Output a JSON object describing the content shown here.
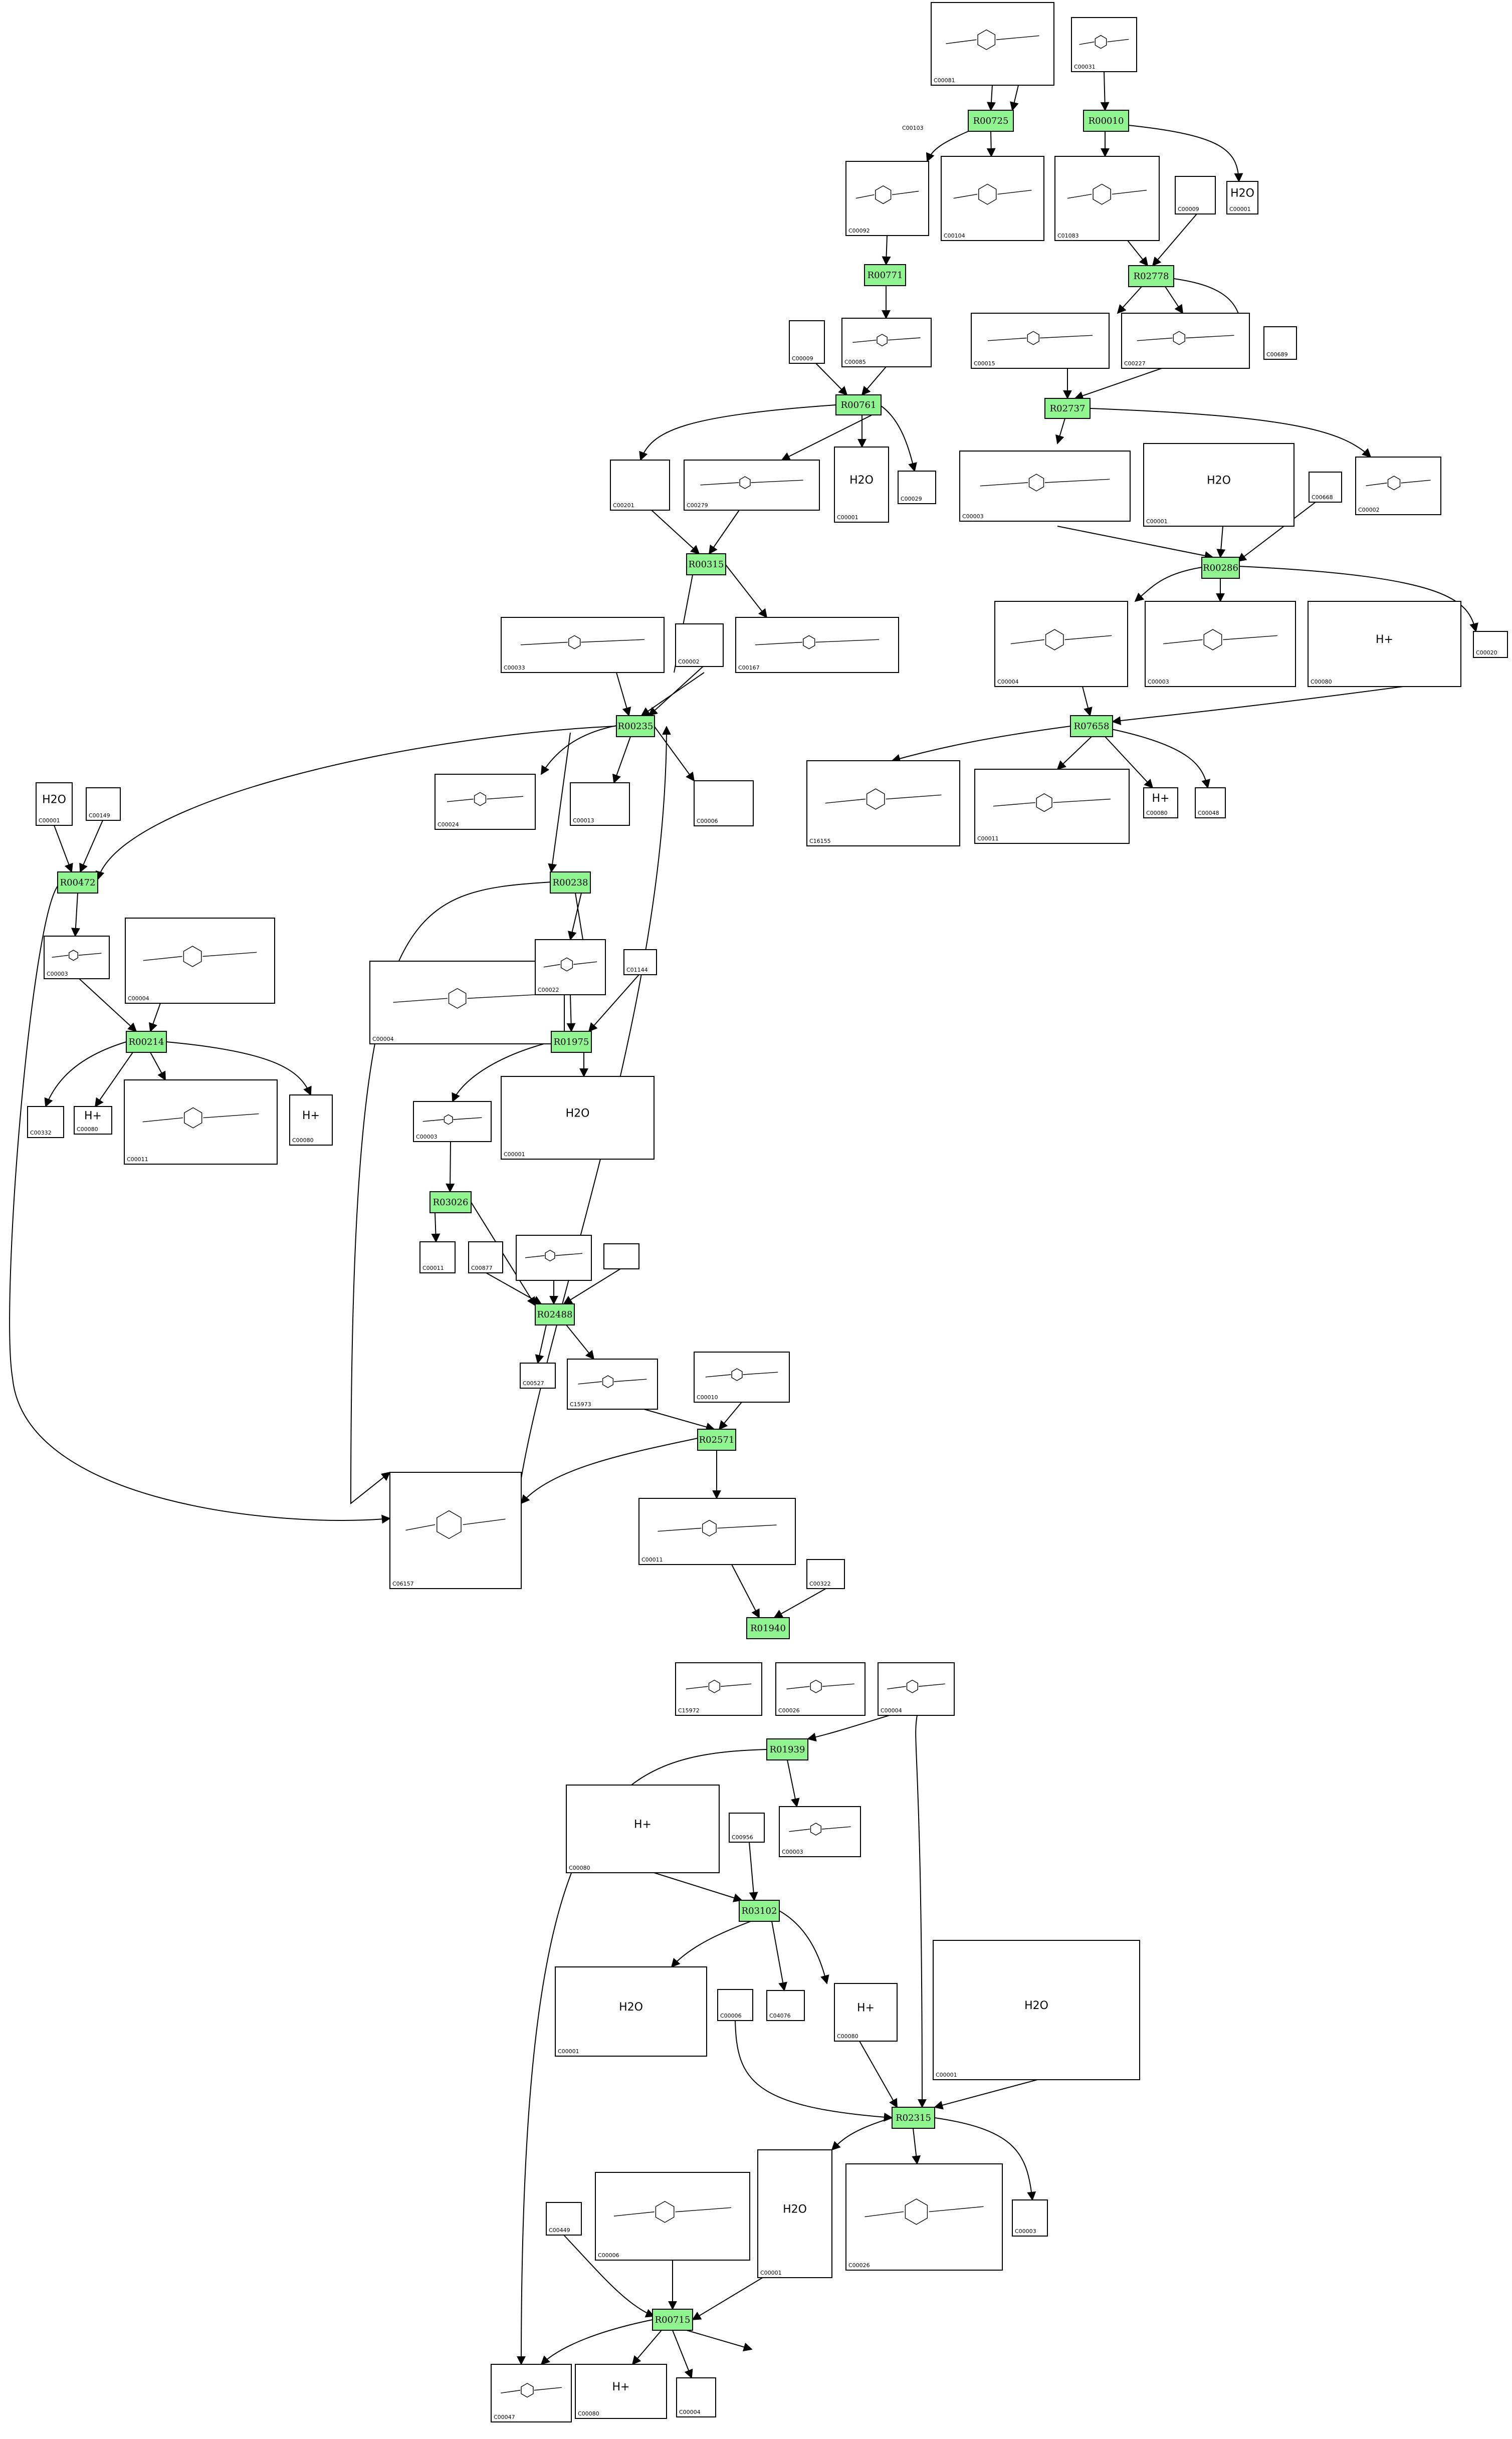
{
  "compounds": [
    {
      "id": "C00081",
      "label": ""
    },
    {
      "id": "C00031",
      "label": ""
    },
    {
      "id": "C00092",
      "label": ""
    },
    {
      "id": "C00104",
      "label": ""
    },
    {
      "id": "C01083",
      "label": ""
    },
    {
      "id": "C00009",
      "label": ""
    },
    {
      "id": "C00001",
      "label": "H2O"
    },
    {
      "id": "C00009",
      "label": ""
    },
    {
      "id": "C00085",
      "label": ""
    },
    {
      "id": "C00103",
      "label": ""
    },
    {
      "id": "C00001",
      "label": "H2O"
    },
    {
      "id": "C00689",
      "label": ""
    },
    {
      "id": "C00015",
      "label": ""
    },
    {
      "id": "C00227",
      "label": ""
    },
    {
      "id": "C00201",
      "label": ""
    },
    {
      "id": "C00279",
      "label": ""
    },
    {
      "id": "C00001",
      "label": "H2O"
    },
    {
      "id": "C00029",
      "label": ""
    },
    {
      "id": "C00003",
      "label": ""
    },
    {
      "id": "C00001",
      "label": "H2O"
    },
    {
      "id": "C00668",
      "label": ""
    },
    {
      "id": "C00002",
      "label": ""
    },
    {
      "id": "C00033",
      "label": ""
    },
    {
      "id": "C00002",
      "label": ""
    },
    {
      "id": "C00167",
      "label": ""
    },
    {
      "id": "C00004",
      "label": ""
    },
    {
      "id": "C00003",
      "label": ""
    },
    {
      "id": "C00080",
      "label": "H+"
    },
    {
      "id": "C00020",
      "label": ""
    },
    {
      "id": "C00024",
      "label": ""
    },
    {
      "id": "C00013",
      "label": ""
    },
    {
      "id": "C00006",
      "label": ""
    },
    {
      "id": "C16155",
      "label": ""
    },
    {
      "id": "C00011",
      "label": ""
    },
    {
      "id": "C00080",
      "label": "H+"
    },
    {
      "id": "C00048",
      "label": ""
    },
    {
      "id": "C00001",
      "label": "H2O"
    },
    {
      "id": "C00149",
      "label": ""
    },
    {
      "id": "C00003",
      "label": ""
    },
    {
      "id": "C00004",
      "label": ""
    },
    {
      "id": "C00332",
      "label": ""
    },
    {
      "id": "C00080",
      "label": "H+"
    },
    {
      "id": "C00011",
      "label": ""
    },
    {
      "id": "C00080",
      "label": "H+"
    },
    {
      "id": "C00004",
      "label": ""
    },
    {
      "id": "C00022",
      "label": ""
    },
    {
      "id": "C01144",
      "label": ""
    },
    {
      "id": "C00003",
      "label": ""
    },
    {
      "id": "C00001",
      "label": "H2O"
    },
    {
      "id": "C00011",
      "label": ""
    },
    {
      "id": "C00877",
      "label": ""
    },
    {
      "id": "",
      "label": ""
    },
    {
      "id": "",
      "label": ""
    },
    {
      "id": "C00527",
      "label": ""
    },
    {
      "id": "C15973",
      "label": ""
    },
    {
      "id": "C00010",
      "label": ""
    },
    {
      "id": "C06157",
      "label": ""
    },
    {
      "id": "C00011",
      "label": ""
    },
    {
      "id": "C00322",
      "label": ""
    },
    {
      "id": "C15972",
      "label": ""
    },
    {
      "id": "C00026",
      "label": ""
    },
    {
      "id": "C00004",
      "label": ""
    },
    {
      "id": "C00080",
      "label": "H+"
    },
    {
      "id": "C00956",
      "label": ""
    },
    {
      "id": "C00003",
      "label": ""
    },
    {
      "id": "C00001",
      "label": "H2O"
    },
    {
      "id": "C04076",
      "label": ""
    },
    {
      "id": "C00080",
      "label": "H+"
    },
    {
      "id": "C00006",
      "label": ""
    },
    {
      "id": "C00001",
      "label": "H2O"
    },
    {
      "id": "C00003",
      "label": ""
    },
    {
      "id": "C00449",
      "label": ""
    },
    {
      "id": "C00006",
      "label": ""
    },
    {
      "id": "C00001",
      "label": "H2O"
    },
    {
      "id": "C00026",
      "label": ""
    },
    {
      "id": "C00047",
      "label": ""
    },
    {
      "id": "C00080",
      "label": "H+"
    },
    {
      "id": "C00004",
      "label": ""
    }
  ],
  "reactions": [
    {
      "id": "R00725"
    },
    {
      "id": "R00010"
    },
    {
      "id": "R00771"
    },
    {
      "id": "R02778"
    },
    {
      "id": "R00761"
    },
    {
      "id": "R02737"
    },
    {
      "id": "R00315"
    },
    {
      "id": "R00286"
    },
    {
      "id": "R00235"
    },
    {
      "id": "R07658"
    },
    {
      "id": "R00472"
    },
    {
      "id": "R00238"
    },
    {
      "id": "R00214"
    },
    {
      "id": "R01975"
    },
    {
      "id": "R03026"
    },
    {
      "id": "R02488"
    },
    {
      "id": "R02571"
    },
    {
      "id": "R01940"
    },
    {
      "id": "R01939"
    },
    {
      "id": "R03102"
    },
    {
      "id": "R02315"
    },
    {
      "id": "R00715"
    }
  ],
  "colors": {
    "reaction_fill": "#8ff58f",
    "edge": "#000000",
    "box": "#000000"
  }
}
